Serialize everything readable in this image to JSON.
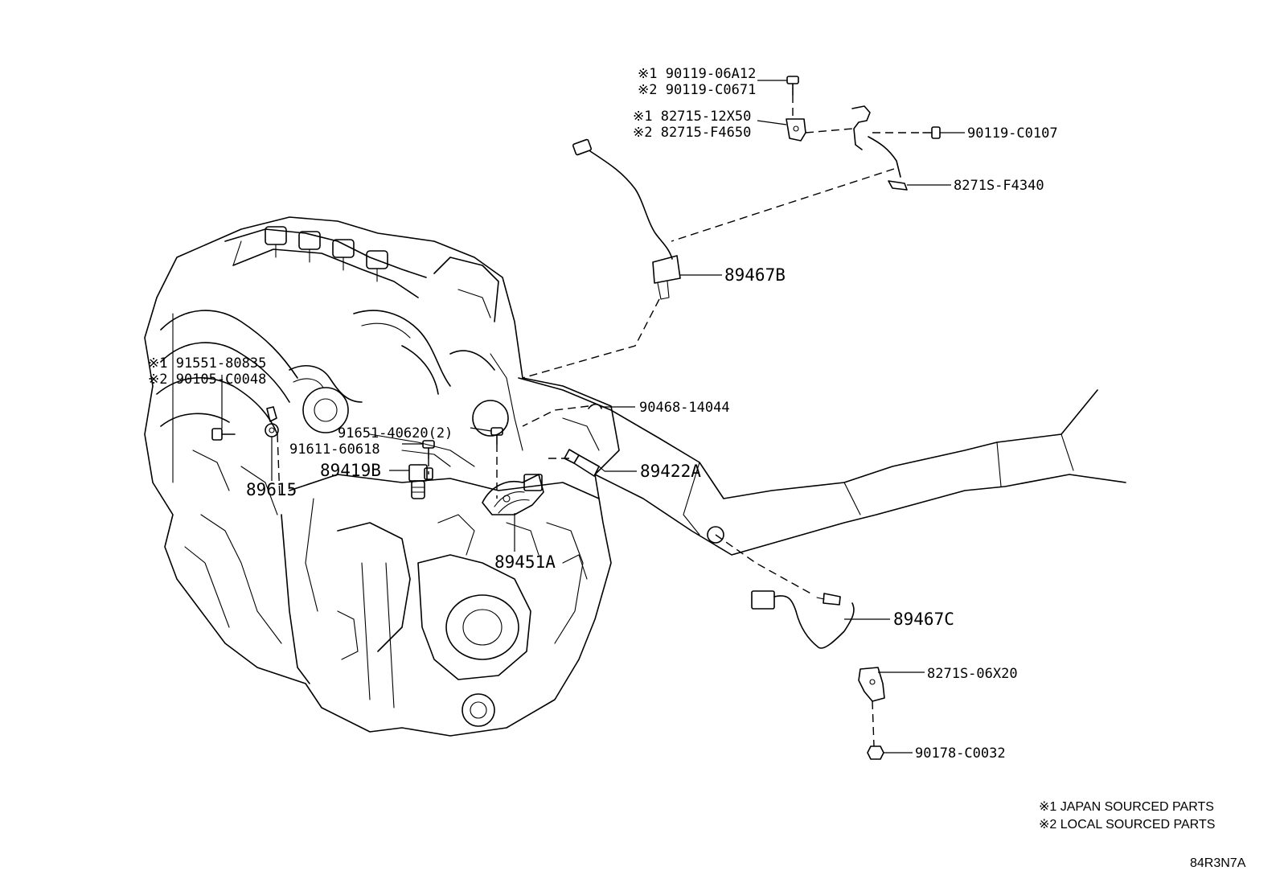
{
  "labels": {
    "bolt_90119_06A12": "※1 90119-06A12",
    "bolt_90119_C0671": "※2 90119-C0671",
    "bracket_82715_12X50": "※1 82715-12X50",
    "bracket_82715_F4650": "※2 82715-F4650",
    "bolt_90119_C0107": "90119-C0107",
    "clamp_8271S_F4340": "8271S-F4340",
    "sensor_89467B": "89467B",
    "bolt_91551_80835": "※1 91551-80835",
    "bolt_90105_C0048": "※2 90105-C0048",
    "clip_90468_14044": "90468-14044",
    "bolt_91651_40620": "91651-40620(2)",
    "bolt_91611_60618": "91611-60618",
    "sensor_89419B": "89419B",
    "sensor_89422A": "89422A",
    "sensor_89615": "89615",
    "switch_89451A": "89451A",
    "sensor_89467C": "89467C",
    "bracket_8271S_06X20": "8271S-06X20",
    "nut_90178_C0032": "90178-C0032"
  },
  "notes": {
    "japan": "※1 JAPAN SOURCED PARTS",
    "local": "※2 LOCAL SOURCED PARTS"
  },
  "diagram_code": "84R3N7A"
}
